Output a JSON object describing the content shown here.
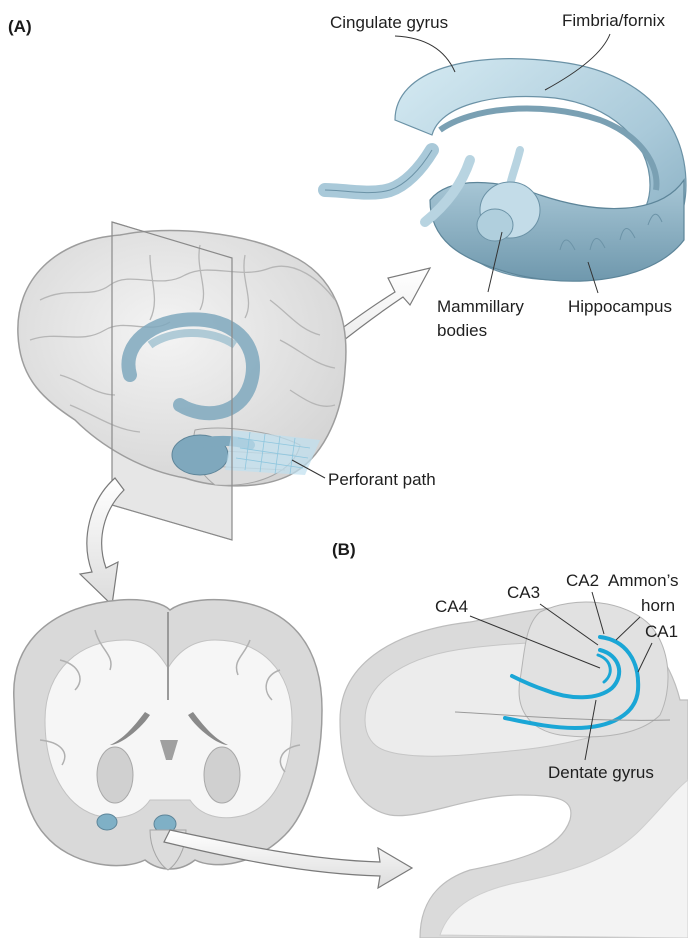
{
  "panels": {
    "a": "(A)",
    "b": "(B)"
  },
  "labels": {
    "cingulate_gyrus": "Cingulate gyrus",
    "fimbria_fornix": "Fimbria/fornix",
    "mammillary_line1": "Mammillary",
    "mammillary_line2": "bodies",
    "hippocampus": "Hippocampus",
    "perforant_path": "Perforant path",
    "ca1": "CA1",
    "ca2": "CA2",
    "ca3": "CA3",
    "ca4": "CA4",
    "ammons_line1": "Ammon’s",
    "ammons_line2": "horn",
    "dentate_gyrus": "Dentate gyrus"
  },
  "colors": {
    "limbic_blue": "#8fb4c8",
    "limbic_pale": "#cfe4ee",
    "ammon_cyan": "#1aa6d6",
    "brain_gray": "#e6e6e6",
    "arrow_fill": "#eeeeee"
  }
}
